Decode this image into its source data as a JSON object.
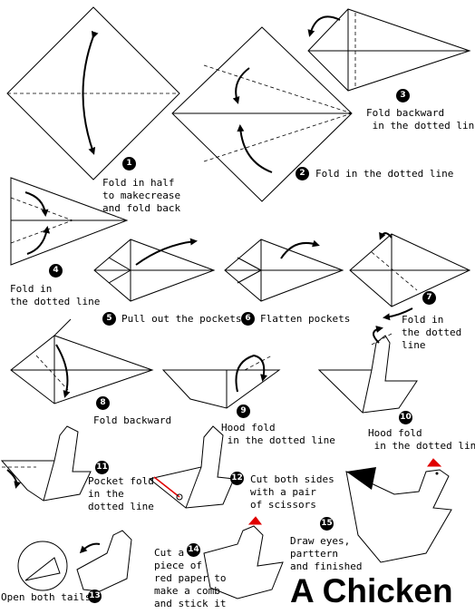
{
  "title": "A Chicken",
  "steps": [
    {
      "number": "1",
      "text": "Fold in half\nto makecrease\nand fold back"
    },
    {
      "number": "2",
      "text": "Fold in the dotted line"
    },
    {
      "number": "3",
      "text": "Fold backward\n in the dotted line"
    },
    {
      "number": "4",
      "text": "Fold in\nthe dotted line"
    },
    {
      "number": "5",
      "text": "Pull out the pockets"
    },
    {
      "number": "6",
      "text": "Flatten pockets"
    },
    {
      "number": "7",
      "text": "Fold in\nthe dotted\nline"
    },
    {
      "number": "8",
      "text": "Fold backward"
    },
    {
      "number": "9",
      "text": "Hood fold\n in the dotted line"
    },
    {
      "number": "10",
      "text": "Hood fold\n in the dotted line"
    },
    {
      "number": "11",
      "text": "Pocket fold\nin the\ndotted line"
    },
    {
      "number": "12",
      "text": "Cut both sides\nwith a pair\nof scissors"
    },
    {
      "number": "13",
      "text": "Open both tails"
    },
    {
      "number": "14",
      "text": "Cut a\npiece of\nred paper to\nmake a comb\nand stick it"
    },
    {
      "number": "15",
      "text": "Draw eyes,\nparttern\nand finished"
    }
  ],
  "colors": {
    "ink": "#000000",
    "paper": "#ffffff",
    "comb": "#e00000"
  }
}
